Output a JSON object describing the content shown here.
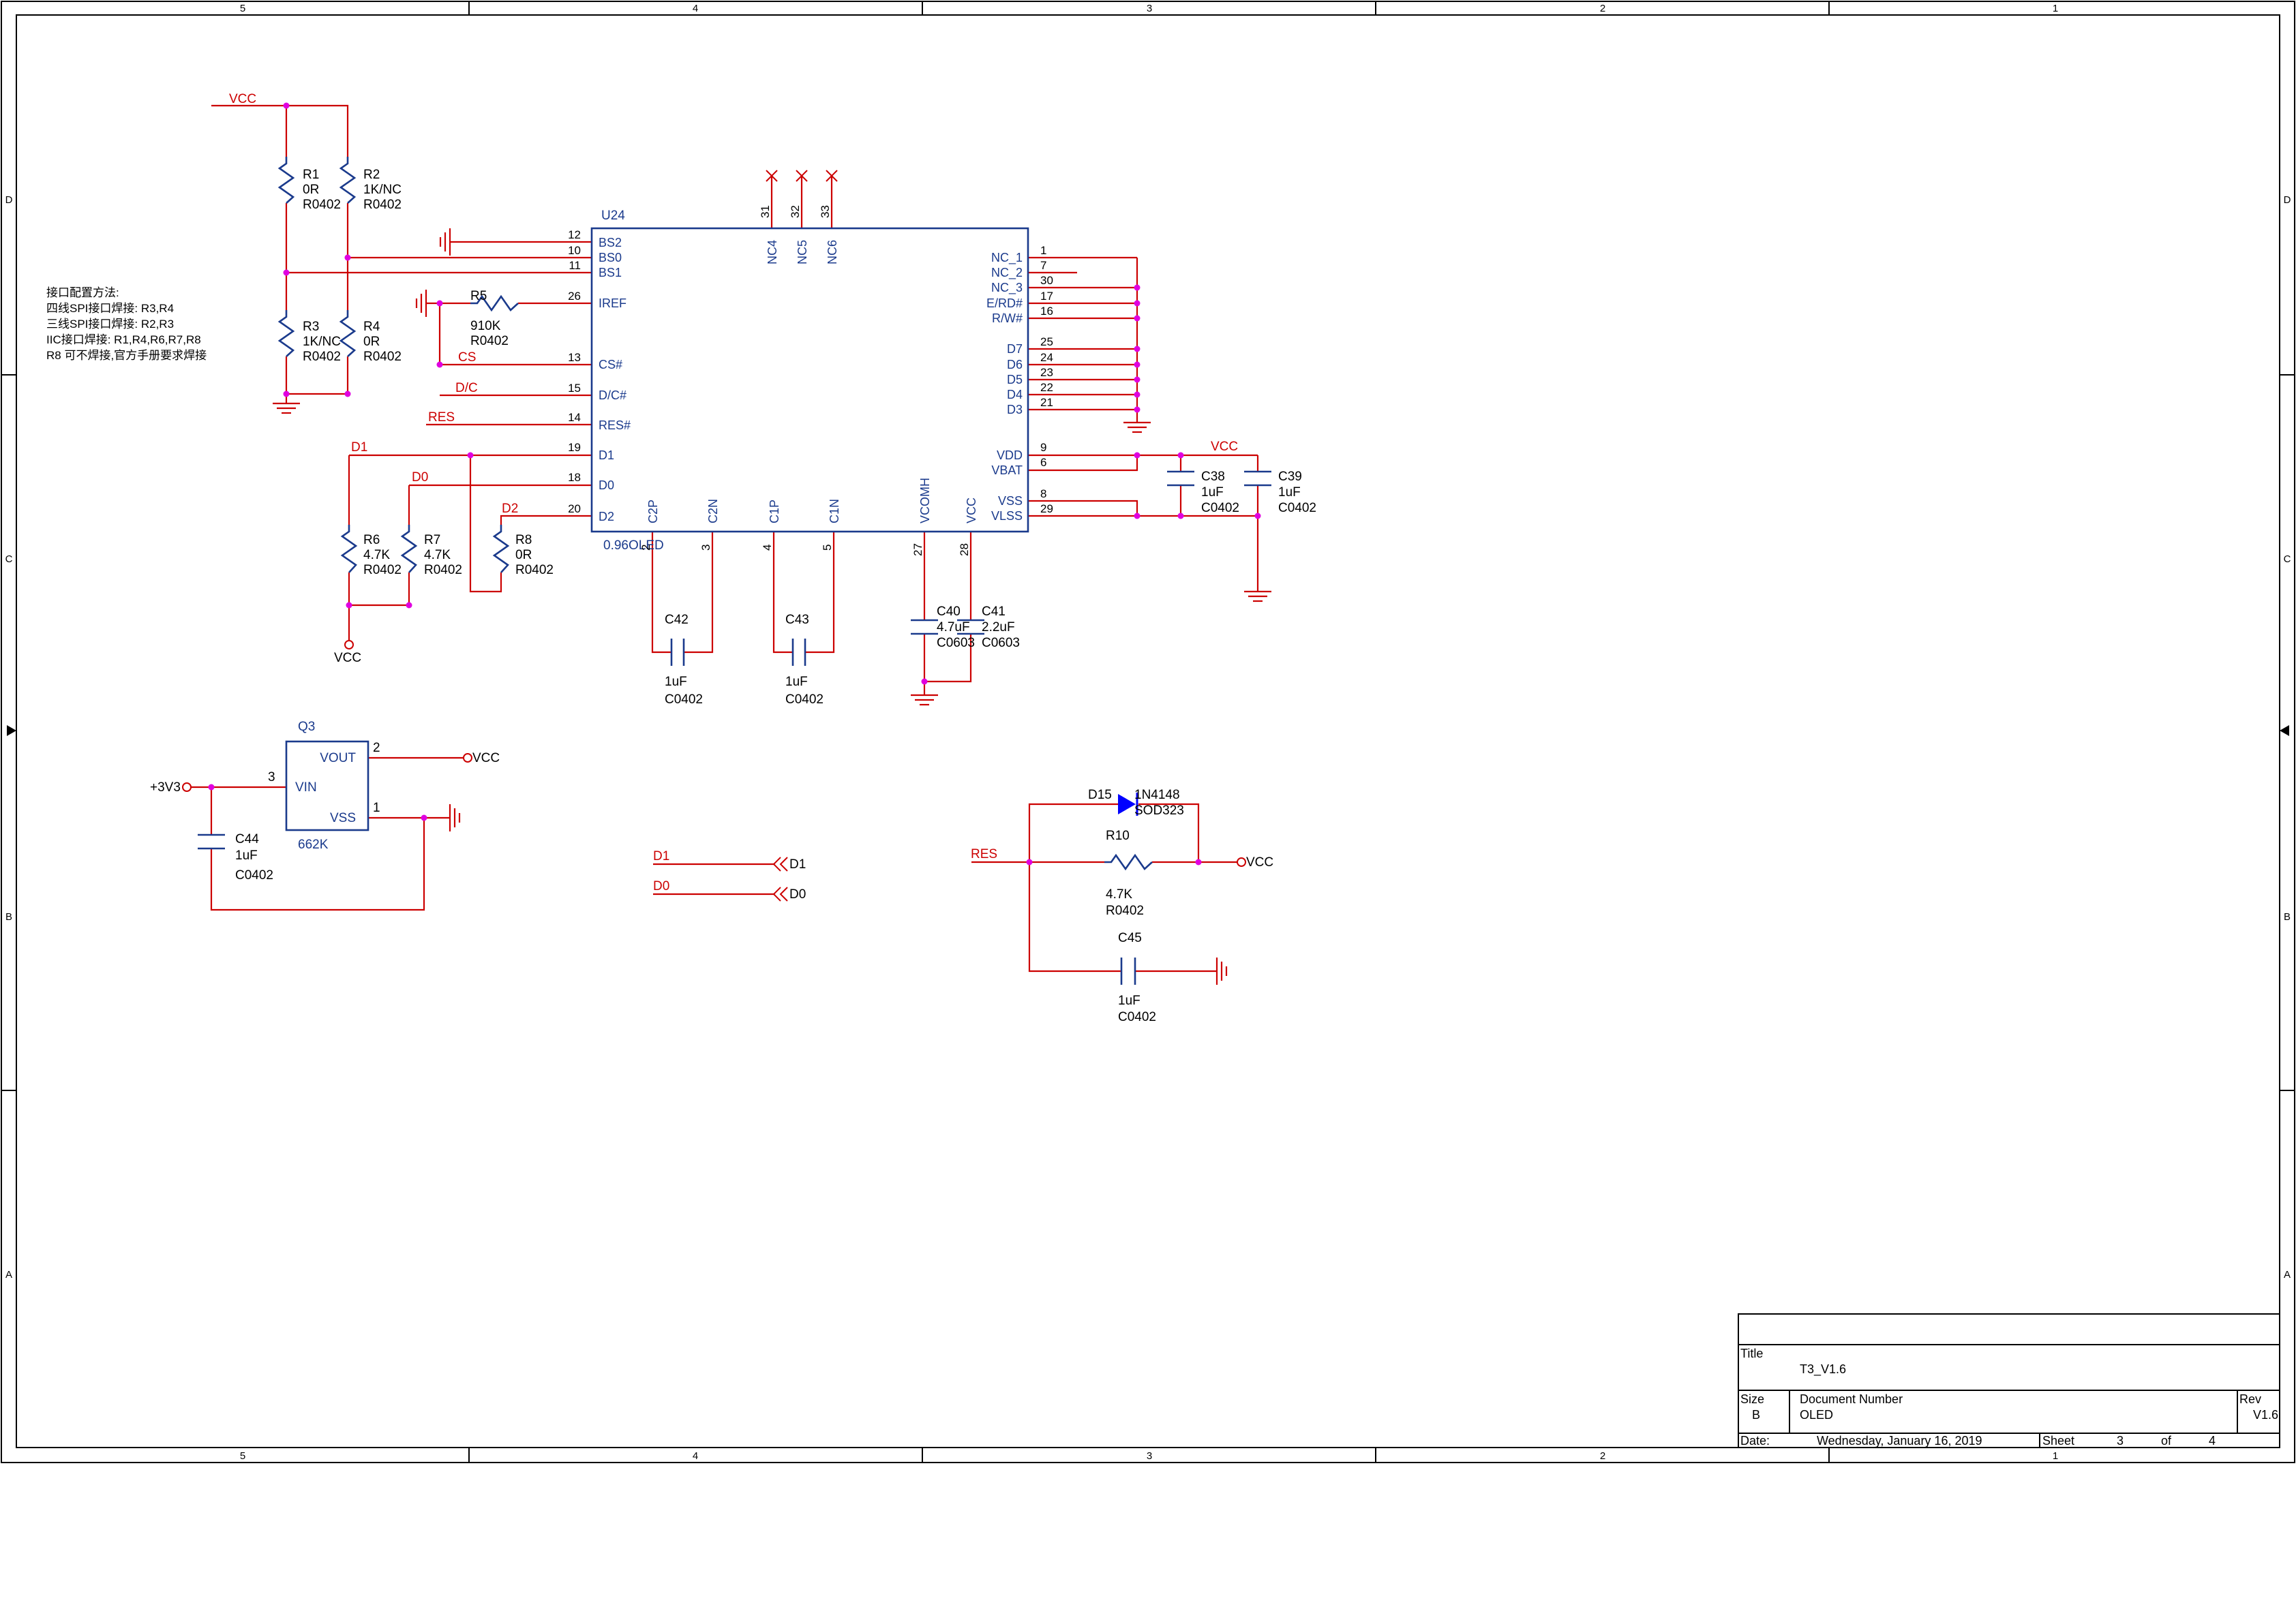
{
  "frame": {
    "cols_top": [
      "5",
      "4",
      "3",
      "2",
      "1"
    ],
    "cols_bottom": [
      "5",
      "4",
      "3",
      "2",
      "1"
    ],
    "rows_left": [
      "D",
      "C",
      "B",
      "A"
    ],
    "rows_right": [
      "D",
      "C",
      "B",
      "A"
    ]
  },
  "nets": {
    "vcc_top": "VCC",
    "vcc_r6": "VCC",
    "vcc_q3": "VCC",
    "vcc_c38": "VCC",
    "vcc_r10": "VCC",
    "v3v3": "+3V3",
    "cs": "CS",
    "dc": "D/C",
    "res": "RES",
    "res2": "RES",
    "d1": "D1",
    "d0": "D0",
    "d2": "D2",
    "port_d1_wire": "D1",
    "port_d0_wire": "D0",
    "port_d1": "D1",
    "port_d0": "D0"
  },
  "note": {
    "line1": "接口配置方法:",
    "line2": "四线SPI接口焊接: R3,R4",
    "line3": "三线SPI接口焊接: R2,R3",
    "line4": "IIC接口焊接: R1,R4,R6,R7,R8",
    "line5": "R8 可不焊接,官方手册要求焊接"
  },
  "u24": {
    "ref": "U24",
    "value": "0.96OLED",
    "left_pins": [
      {
        "num": "12",
        "name": "BS2"
      },
      {
        "num": "10",
        "name": "BS0"
      },
      {
        "num": "11",
        "name": "BS1"
      },
      {
        "num": "26",
        "name": "IREF"
      },
      {
        "num": "13",
        "name": "CS#"
      },
      {
        "num": "15",
        "name": "D/C#"
      },
      {
        "num": "14",
        "name": "RES#"
      },
      {
        "num": "19",
        "name": "D1"
      },
      {
        "num": "18",
        "name": "D0"
      },
      {
        "num": "20",
        "name": "D2"
      }
    ],
    "right_pins": [
      {
        "num": "1",
        "name": "NC_1"
      },
      {
        "num": "7",
        "name": "NC_2"
      },
      {
        "num": "30",
        "name": "NC_3"
      },
      {
        "num": "17",
        "name": "E/RD#"
      },
      {
        "num": "16",
        "name": "R/W#"
      },
      {
        "num": "25",
        "name": "D7"
      },
      {
        "num": "24",
        "name": "D6"
      },
      {
        "num": "23",
        "name": "D5"
      },
      {
        "num": "22",
        "name": "D4"
      },
      {
        "num": "21",
        "name": "D3"
      },
      {
        "num": "9",
        "name": "VDD"
      },
      {
        "num": "6",
        "name": "VBAT"
      },
      {
        "num": "8",
        "name": "VSS"
      },
      {
        "num": "29",
        "name": "VLSS"
      }
    ],
    "top_pins": [
      {
        "num": "31",
        "name": "NC4"
      },
      {
        "num": "32",
        "name": "NC5"
      },
      {
        "num": "33",
        "name": "NC6"
      }
    ],
    "bottom_pins": [
      {
        "num": "2",
        "name": "C2P"
      },
      {
        "num": "3",
        "name": "C2N"
      },
      {
        "num": "4",
        "name": "C1P"
      },
      {
        "num": "5",
        "name": "C1N"
      },
      {
        "num": "27",
        "name": "VCOMH"
      },
      {
        "num": "28",
        "name": "VCC"
      }
    ]
  },
  "resistors": {
    "r1": {
      "ref": "R1",
      "value": "0R",
      "footprint": "R0402"
    },
    "r2": {
      "ref": "R2",
      "value": "1K/NC",
      "footprint": "R0402"
    },
    "r3": {
      "ref": "R3",
      "value": "1K/NC",
      "footprint": "R0402"
    },
    "r4": {
      "ref": "R4",
      "value": "0R",
      "footprint": "R0402"
    },
    "r5": {
      "ref": "R5",
      "value": "910K",
      "footprint": "R0402"
    },
    "r6": {
      "ref": "R6",
      "value": "4.7K",
      "footprint": "R0402"
    },
    "r7": {
      "ref": "R7",
      "value": "4.7K",
      "footprint": "R0402"
    },
    "r8": {
      "ref": "R8",
      "value": "0R",
      "footprint": "R0402"
    },
    "r10": {
      "ref": "R10",
      "value": "4.7K",
      "footprint": "R0402"
    }
  },
  "capacitors": {
    "c38": {
      "ref": "C38",
      "value": "1uF",
      "footprint": "C0402"
    },
    "c39": {
      "ref": "C39",
      "value": "1uF",
      "footprint": "C0402"
    },
    "c40": {
      "ref": "C40",
      "value": "4.7uF",
      "footprint": "C0603"
    },
    "c41": {
      "ref": "C41",
      "value": "2.2uF",
      "footprint": "C0603"
    },
    "c42": {
      "ref": "C42",
      "value": "1uF",
      "footprint": "C0402"
    },
    "c43": {
      "ref": "C43",
      "value": "1uF",
      "footprint": "C0402"
    },
    "c44": {
      "ref": "C44",
      "value": "1uF",
      "footprint": "C0402"
    },
    "c45": {
      "ref": "C45",
      "value": "1uF",
      "footprint": "C0402"
    }
  },
  "q3": {
    "ref": "Q3",
    "value": "662K",
    "pins": [
      {
        "num": "3",
        "name": "VIN"
      },
      {
        "num": "2",
        "name": "VOUT"
      },
      {
        "num": "1",
        "name": "VSS"
      }
    ]
  },
  "d15": {
    "ref": "D15",
    "value": "1N4148",
    "footprint": "SOD323"
  },
  "title_block": {
    "title_label": "Title",
    "title": "T3_V1.6",
    "size_label": "Size",
    "size": "B",
    "docnum_label": "Document Number",
    "docnum": "OLED",
    "rev_label": "Rev",
    "rev": "V1.6",
    "date_label": "Date:",
    "date": "Wednesday, January 16, 2019",
    "sheet_label": "Sheet",
    "sheet": "3",
    "of_label": "of",
    "sheets": "4"
  },
  "colors": {
    "wire": "#cc0000",
    "body": "#1a3a8c",
    "junction": "#e000e0",
    "frame": "#000000",
    "diode": "#0000ff"
  }
}
